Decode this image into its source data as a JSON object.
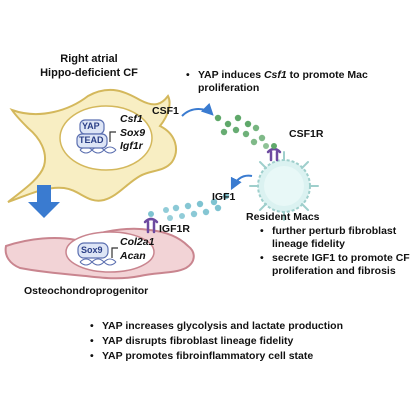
{
  "cf_title": [
    "Right atrial",
    "Hippo-deficient CF"
  ],
  "yap_complex": {
    "yap": "YAP",
    "tead": "TEAD"
  },
  "cf_genes": [
    "Csf1",
    "Sox9",
    "Igf1r"
  ],
  "top_note": [
    "YAP induces ",
    "Csf1",
    " to promote Mac proliferation"
  ],
  "csf1_ligand": "CSF1",
  "csf1_receptor": "CSF1R",
  "igf1_ligand": "IGF1",
  "igf1_receptor": "IGF1R",
  "mac_title": "Resident Macs",
  "mac_bullets": [
    "further perturb fibroblast lineage fidelity",
    "secrete IGF1 to promote CF proliferation and fibrosis"
  ],
  "ocp_factor": "Sox9",
  "ocp_genes": [
    "Col2a1",
    "Acan"
  ],
  "ocp_title": "Osteochondroprogenitor",
  "summary_bullets": [
    "YAP increases glycolysis and lactate production",
    "YAP disrupts fibroblast lineage fidelity",
    "YAP promotes fibroinflammatory cell state"
  ],
  "colors": {
    "cf_fill": "#f8eec3",
    "cf_stroke": "#d4b85c",
    "ocp_fill": "#f2d3d6",
    "ocp_stroke": "#c9858f",
    "mac_fill": "#dbf2f1",
    "mac_stroke": "#9fcfcc",
    "nucleus_fill": "#ffffff",
    "csf1_dots": "#5fa86a",
    "igf1_dots": "#7ec3d1",
    "receptor": "#6d4aa0",
    "arrow_blue": "#3a7bd0"
  }
}
